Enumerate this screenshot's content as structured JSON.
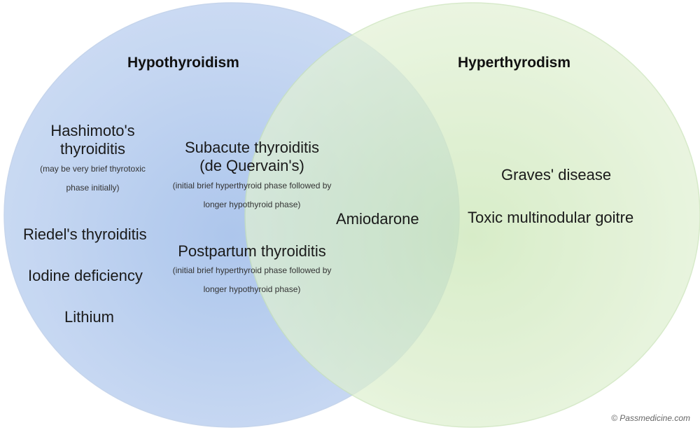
{
  "colors": {
    "left_fill": "#a9c4ec",
    "left_fill_edge": "#c9d9f3",
    "left_stroke": "#c3d3ec",
    "right_fill": "#c9e6b4",
    "right_fill_edge": "#e3f2d6",
    "right_stroke": "#c9e3b7",
    "text": "#1a1a1a"
  },
  "sets": {
    "left": {
      "title": "Hypothyroidism"
    },
    "right": {
      "title": "Hyperthyrodism"
    }
  },
  "left_only": {
    "hashimoto": {
      "line1": "Hashimoto's",
      "line2": "thyroiditis",
      "note1": "(may be very brief thyrotoxic",
      "note2": "phase initially)"
    },
    "riedel": "Riedel's thyroiditis",
    "iodine": "Iodine deficiency",
    "lithium": "Lithium"
  },
  "overlap": {
    "subacute": {
      "line1": "Subacute thyroiditis",
      "line2": "(de Quervain's)",
      "note1": "(initial brief hyperthyroid phase followed by",
      "note2": "longer hypothyroid phase)"
    },
    "postpartum": {
      "line1": "Postpartum thyroiditis",
      "note1": "(initial brief hyperthyroid phase followed by",
      "note2": "longer hypothyroid phase)"
    },
    "amiodarone": "Amiodarone"
  },
  "right_only": {
    "graves": "Graves' disease",
    "toxic": "Toxic multinodular goitre"
  },
  "credit": "© Passmedicine.com"
}
